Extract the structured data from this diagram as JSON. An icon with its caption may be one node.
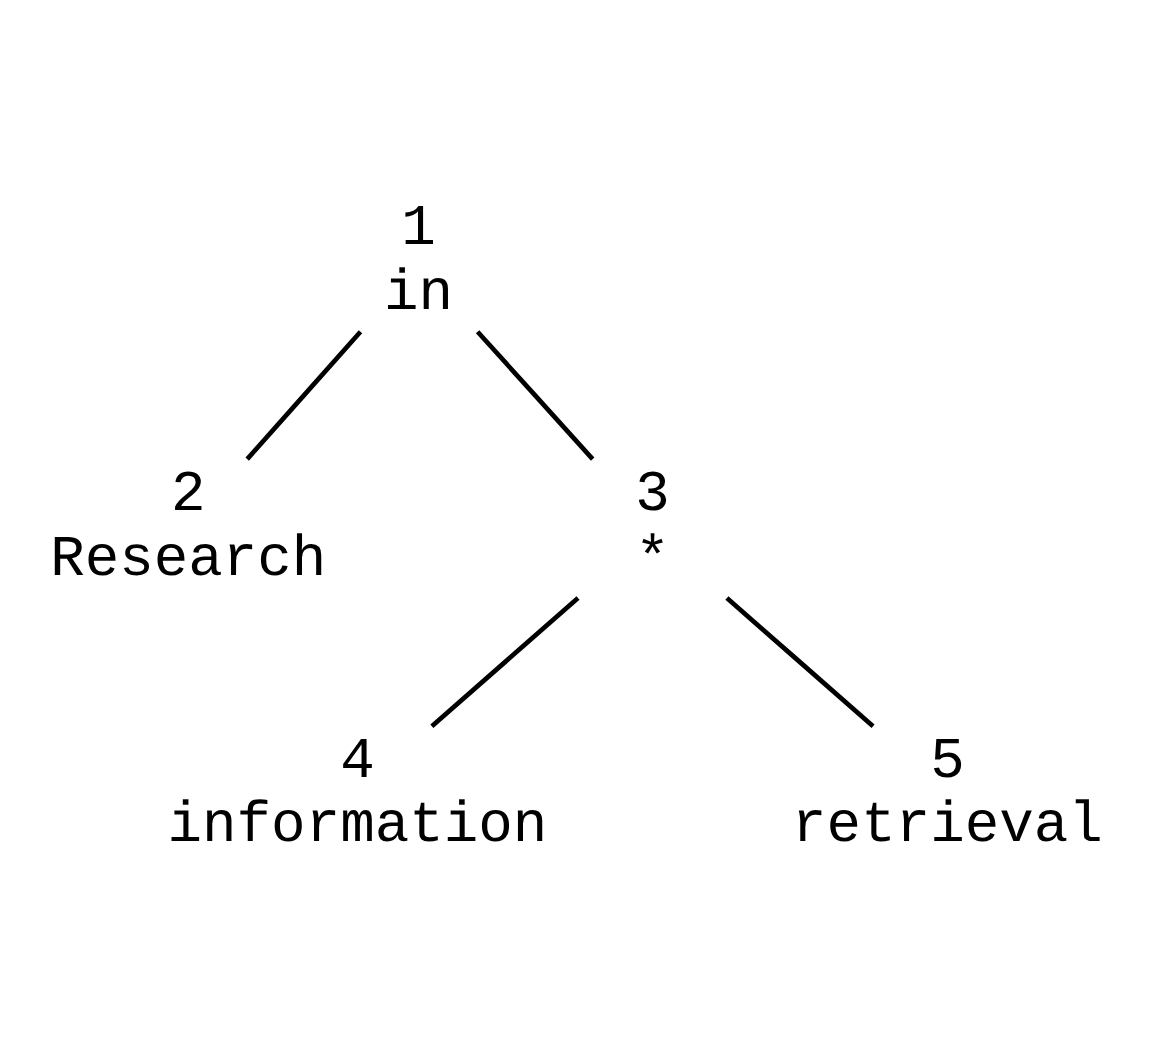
{
  "diagram": {
    "nodes": [
      {
        "text": [
          "1",
          "in"
        ]
      },
      {
        "text": [
          "2",
          "Research"
        ]
      },
      {
        "text": [
          "3",
          "*"
        ]
      },
      {
        "text": [
          "4",
          "information"
        ]
      },
      {
        "text": [
          "5",
          "retrieval"
        ]
      }
    ],
    "edges": [
      {
        "from": 0,
        "to": 1,
        "arrow": "none"
      },
      {
        "from": 0,
        "to": 2,
        "arrow": "none"
      },
      {
        "from": 2,
        "to": 3,
        "arrow": "none"
      },
      {
        "from": 2,
        "to": 4,
        "arrow": "none"
      }
    ]
  }
}
